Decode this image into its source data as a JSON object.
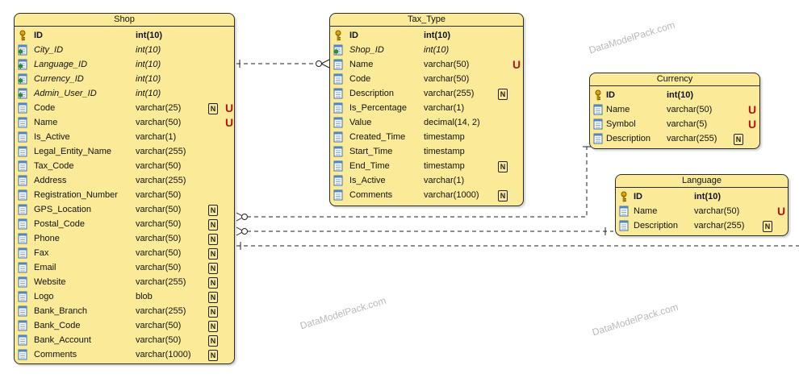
{
  "watermark": "DataModelPack.com",
  "entities": {
    "shop": {
      "title": "Shop",
      "rows": [
        {
          "name": "ID",
          "type": "int(10)",
          "kind": "pk",
          "n": false,
          "u": false
        },
        {
          "name": "City_ID",
          "type": "int(10)",
          "kind": "fk",
          "n": false,
          "u": false
        },
        {
          "name": "Language_ID",
          "type": "int(10)",
          "kind": "fk",
          "n": false,
          "u": false
        },
        {
          "name": "Currency_ID",
          "type": "int(10)",
          "kind": "fk",
          "n": false,
          "u": false
        },
        {
          "name": "Admin_User_ID",
          "type": "int(10)",
          "kind": "fk",
          "n": false,
          "u": false
        },
        {
          "name": "Code",
          "type": "varchar(25)",
          "kind": "col",
          "n": true,
          "u": true
        },
        {
          "name": "Name",
          "type": "varchar(50)",
          "kind": "col",
          "n": false,
          "u": true
        },
        {
          "name": "Is_Active",
          "type": "varchar(1)",
          "kind": "col",
          "n": false,
          "u": false
        },
        {
          "name": "Legal_Entity_Name",
          "type": "varchar(255)",
          "kind": "col",
          "n": false,
          "u": false
        },
        {
          "name": "Tax_Code",
          "type": "varchar(50)",
          "kind": "col",
          "n": false,
          "u": false
        },
        {
          "name": "Address",
          "type": "varchar(255)",
          "kind": "col",
          "n": false,
          "u": false
        },
        {
          "name": "Registration_Number",
          "type": "varchar(50)",
          "kind": "col",
          "n": false,
          "u": false
        },
        {
          "name": "GPS_Location",
          "type": "varchar(50)",
          "kind": "col",
          "n": true,
          "u": false
        },
        {
          "name": "Postal_Code",
          "type": "varchar(50)",
          "kind": "col",
          "n": true,
          "u": false
        },
        {
          "name": "Phone",
          "type": "varchar(50)",
          "kind": "col",
          "n": true,
          "u": false
        },
        {
          "name": "Fax",
          "type": "varchar(50)",
          "kind": "col",
          "n": true,
          "u": false
        },
        {
          "name": "Email",
          "type": "varchar(50)",
          "kind": "col",
          "n": true,
          "u": false
        },
        {
          "name": "Website",
          "type": "varchar(255)",
          "kind": "col",
          "n": true,
          "u": false
        },
        {
          "name": "Logo",
          "type": "blob",
          "kind": "col",
          "n": true,
          "u": false
        },
        {
          "name": "Bank_Branch",
          "type": "varchar(255)",
          "kind": "col",
          "n": true,
          "u": false
        },
        {
          "name": "Bank_Code",
          "type": "varchar(50)",
          "kind": "col",
          "n": true,
          "u": false
        },
        {
          "name": "Bank_Account",
          "type": "varchar(50)",
          "kind": "col",
          "n": true,
          "u": false
        },
        {
          "name": "Comments",
          "type": "varchar(1000)",
          "kind": "col",
          "n": true,
          "u": false
        }
      ]
    },
    "tax_type": {
      "title": "Tax_Type",
      "rows": [
        {
          "name": "ID",
          "type": "int(10)",
          "kind": "pk",
          "n": false,
          "u": false
        },
        {
          "name": "Shop_ID",
          "type": "int(10)",
          "kind": "fk",
          "n": false,
          "u": false
        },
        {
          "name": "Name",
          "type": "varchar(50)",
          "kind": "col",
          "n": false,
          "u": true
        },
        {
          "name": "Code",
          "type": "varchar(50)",
          "kind": "col",
          "n": false,
          "u": false
        },
        {
          "name": "Description",
          "type": "varchar(255)",
          "kind": "col",
          "n": true,
          "u": false
        },
        {
          "name": "Is_Percentage",
          "type": "varchar(1)",
          "kind": "col",
          "n": false,
          "u": false
        },
        {
          "name": "Value",
          "type": "decimal(14, 2)",
          "kind": "col",
          "n": false,
          "u": false
        },
        {
          "name": "Created_Time",
          "type": "timestamp",
          "kind": "col",
          "n": false,
          "u": false
        },
        {
          "name": "Start_Time",
          "type": "timestamp",
          "kind": "col",
          "n": false,
          "u": false
        },
        {
          "name": "End_Time",
          "type": "timestamp",
          "kind": "col",
          "n": true,
          "u": false
        },
        {
          "name": "Is_Active",
          "type": "varchar(1)",
          "kind": "col",
          "n": false,
          "u": false
        },
        {
          "name": "Comments",
          "type": "varchar(1000)",
          "kind": "col",
          "n": true,
          "u": false
        }
      ]
    },
    "currency": {
      "title": "Currency",
      "rows": [
        {
          "name": "ID",
          "type": "int(10)",
          "kind": "pk",
          "n": false,
          "u": false
        },
        {
          "name": "Name",
          "type": "varchar(50)",
          "kind": "col",
          "n": false,
          "u": true
        },
        {
          "name": "Symbol",
          "type": "varchar(5)",
          "kind": "col",
          "n": false,
          "u": true
        },
        {
          "name": "Description",
          "type": "varchar(255)",
          "kind": "col",
          "n": true,
          "u": false
        }
      ]
    },
    "language": {
      "title": "Language",
      "rows": [
        {
          "name": "ID",
          "type": "int(10)",
          "kind": "pk",
          "n": false,
          "u": false
        },
        {
          "name": "Name",
          "type": "varchar(50)",
          "kind": "col",
          "n": false,
          "u": true
        },
        {
          "name": "Description",
          "type": "varchar(255)",
          "kind": "col",
          "n": true,
          "u": false
        }
      ]
    }
  },
  "flags": {
    "nullable": "N",
    "unique": "U"
  },
  "colors": {
    "entity_fill": "#fbeb98",
    "border": "#2b2b2b",
    "unique_flag": "#b5121b",
    "watermark": "#b9b9b9"
  }
}
